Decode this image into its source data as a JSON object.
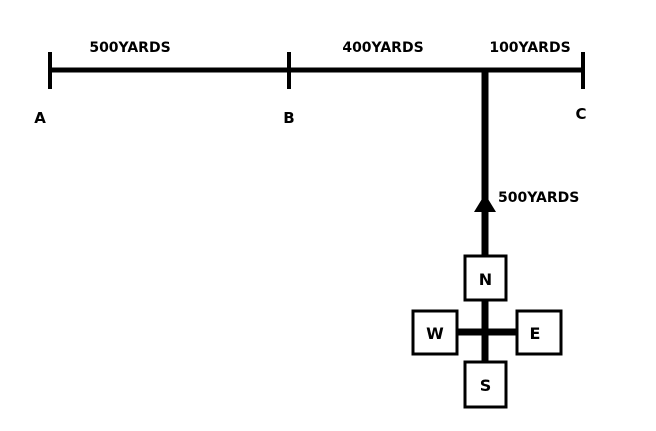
{
  "segments": [
    {
      "label": "500YARDS"
    },
    {
      "label": "400YARDS"
    },
    {
      "label": "100YARDS"
    }
  ],
  "points": {
    "a": "A",
    "b": "B",
    "c": "C"
  },
  "north_leg": {
    "label": "500YARDS"
  },
  "compass": {
    "north": "N",
    "south": "S",
    "east": "E",
    "west": "W"
  }
}
